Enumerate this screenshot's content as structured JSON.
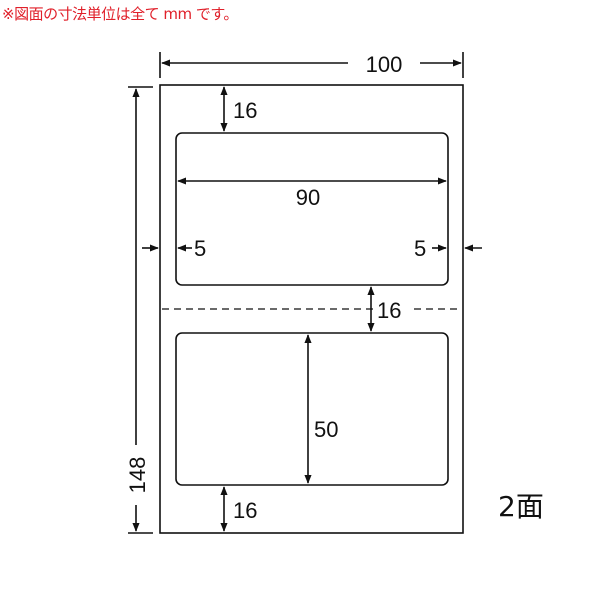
{
  "note": "※図面の寸法単位は全て mm です。",
  "sheet": {
    "width_label": "100",
    "height_label": "148"
  },
  "dimensions": {
    "top_margin": "16",
    "label_width": "90",
    "left_margin": "5",
    "right_margin": "5",
    "gap": "16",
    "label_height": "50",
    "bottom_margin": "16"
  },
  "count_label": "2面",
  "colors": {
    "note": "#e0202a",
    "line": "#111111"
  }
}
